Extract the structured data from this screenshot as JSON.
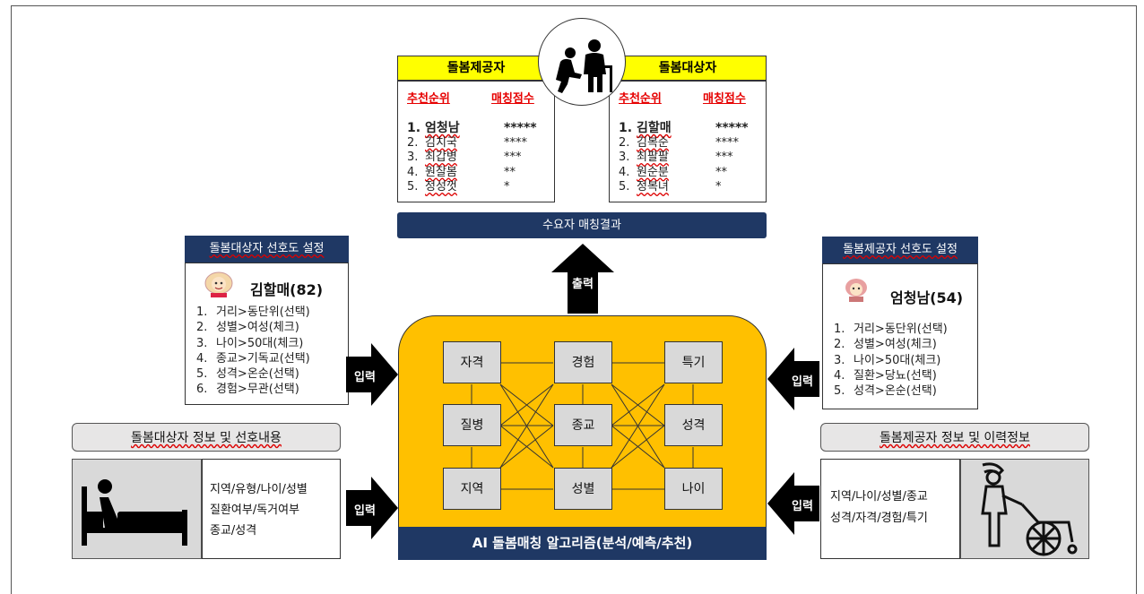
{
  "result": {
    "provider_header": "돌봄제공자",
    "receiver_header": "돌봄대상자",
    "rank_label": "추천순위",
    "score_label": "매칭점수",
    "provider_list": [
      {
        "num": "1.",
        "name": "엄청남",
        "score": "*****"
      },
      {
        "num": "2.",
        "name": "김치국",
        "score": "****"
      },
      {
        "num": "3.",
        "name": "최갑병",
        "score": "***"
      },
      {
        "num": "4.",
        "name": "원잘봄",
        "score": "**"
      },
      {
        "num": "5.",
        "name": "정성껏",
        "score": "*"
      }
    ],
    "receiver_list": [
      {
        "num": "1.",
        "name": "김할매",
        "score": "*****"
      },
      {
        "num": "2.",
        "name": "김복순",
        "score": "****"
      },
      {
        "num": "3.",
        "name": "최팔팔",
        "score": "***"
      },
      {
        "num": "4.",
        "name": "원순분",
        "score": "**"
      },
      {
        "num": "5.",
        "name": "정복녀",
        "score": "*"
      }
    ],
    "bar_label": "수요자 매칭결과"
  },
  "output_arrow": "출력",
  "receiver_pref": {
    "title": "돌봄대상자 선호도 설정",
    "person": "김할매(82)",
    "items": [
      {
        "num": "1.",
        "text": "거리>동단위(선택)"
      },
      {
        "num": "2.",
        "text": "성별>여성(체크)"
      },
      {
        "num": "3.",
        "text": "나이>50대(체크)"
      },
      {
        "num": "4.",
        "text": "종교>기독교(선택)"
      },
      {
        "num": "5.",
        "text": "성격>온순(선택)"
      },
      {
        "num": "6.",
        "text": "경험>무관(선택)"
      }
    ]
  },
  "provider_pref": {
    "title": "돌봄제공자 선호도 설정",
    "person": "엄청남(54)",
    "items": [
      {
        "num": "1.",
        "text": "거리>동단위(선택)"
      },
      {
        "num": "2.",
        "text": "성별>여성(체크)"
      },
      {
        "num": "3.",
        "text": "나이>50대(체크)"
      },
      {
        "num": "4.",
        "text": "질환>당뇨(선택)"
      },
      {
        "num": "5.",
        "text": "성격>온순(선택)"
      }
    ]
  },
  "input_label": "입력",
  "algorithm": {
    "nodes": [
      "자격",
      "경험",
      "특기",
      "질병",
      "종교",
      "성격",
      "지역",
      "성별",
      "나이"
    ],
    "bar_label": "AI 돌봄매칭 알고리즘(분석/예측/추천)"
  },
  "receiver_info": {
    "title": "돌봄대상자 정보 및 선호내용",
    "lines": [
      "지역/유형/나이/성별",
      "질환여부/독거여부",
      "종교/성격"
    ],
    "icon": "bed-patient-icon"
  },
  "provider_info": {
    "title": "돌봄제공자 정보 및 이력정보",
    "lines": [
      "지역/나이/성별/종교",
      "성격/자격/경험/특기"
    ],
    "icon": "wheelchair-caregiver-icon"
  },
  "colors": {
    "yellow": "#ffff00",
    "navy": "#1f3864",
    "algo_bg": "#ffc000",
    "red": "#e60000",
    "grey": "#e7e6e6"
  }
}
